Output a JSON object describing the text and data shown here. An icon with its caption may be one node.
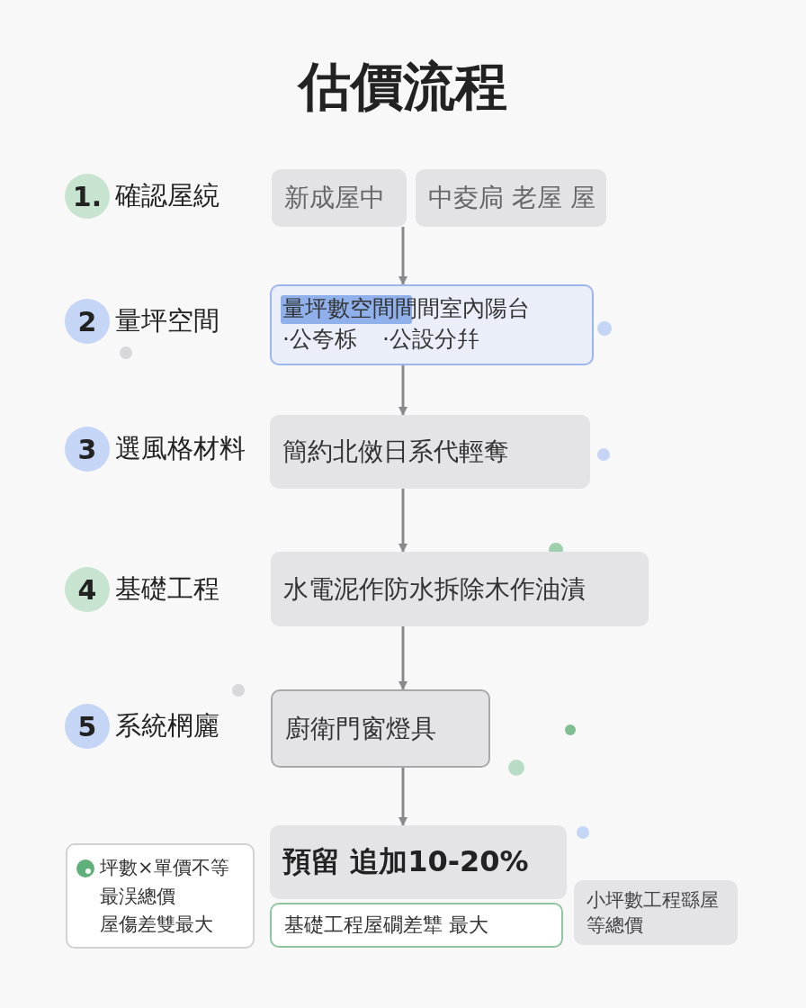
{
  "diagram": {
    "title": "估價流程",
    "nodes": [
      {
        "text": [
          "1."
        ],
        "beside": [
          "確認屋綂"
        ]
      },
      {
        "text": [
          "新成屋中"
        ]
      },
      {
        "text": [
          "中夌扃 老屋 屋"
        ]
      },
      {
        "text": [
          "2"
        ],
        "beside": [
          "量坪空間"
        ]
      },
      {
        "text": [
          "量坪數空間間間室內陽台",
          "·公夸栎",
          "·公設分幷"
        ]
      },
      {
        "text": [
          "3"
        ],
        "beside": [
          "選風格材料"
        ]
      },
      {
        "text": [
          "簡約北傚日系代輕奪"
        ]
      },
      {
        "text": [
          "4"
        ],
        "beside": [
          "基礎工程"
        ]
      },
      {
        "text": [
          "水電泥作防水拆除木作油漬"
        ]
      },
      {
        "text": [
          "5"
        ],
        "beside": [
          "系統棢廲"
        ]
      },
      {
        "text": [
          "廚衛門窗燈具"
        ]
      },
      {
        "text": [
          "預留 追加10-20%"
        ]
      },
      {
        "text": [
          "基礎工程屋礀差犨 最大"
        ]
      },
      {
        "text": [
          "坪數×單價不等",
          "最洖總價",
          "屋傷差雙最大"
        ]
      },
      {
        "text": [
          "小坪數工程繇屋等總價"
        ]
      }
    ],
    "edges": [
      {
        "from": 1,
        "to": 4,
        "arrow": "to"
      },
      {
        "from": 4,
        "to": 6,
        "arrow": "to"
      },
      {
        "from": 6,
        "to": 8,
        "arrow": "to"
      },
      {
        "from": 8,
        "to": 10,
        "arrow": "to"
      },
      {
        "from": 10,
        "to": 11,
        "arrow": "to"
      }
    ]
  }
}
